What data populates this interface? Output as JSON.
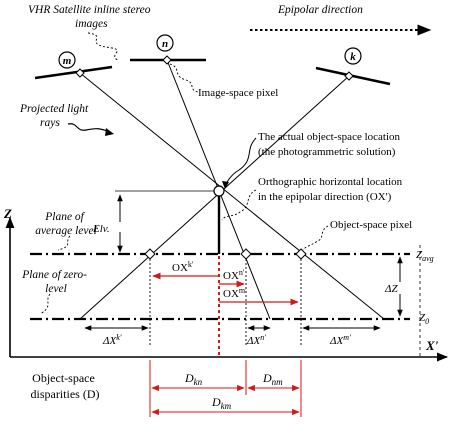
{
  "diagram": {
    "title_satellite": [
      "VHR Satellite inline stereo",
      "images"
    ],
    "epipolar_direction": "Epipolar direction",
    "camera_labels": [
      "m",
      "n",
      "k"
    ],
    "image_space_pixel": "Image-space pixel",
    "projected_light_rays": [
      "Projected light",
      "rays"
    ],
    "actual_location": [
      "The actual object-space location",
      "(the photogrammetric solution)"
    ],
    "orthographic_location": [
      "Orthographic horizontal location",
      "in the epipolar direction (OX')"
    ],
    "object_space_pixel": "Object-space pixel",
    "plane_average": [
      "Plane of",
      "average level"
    ],
    "plane_zero": [
      "Plane of zero-",
      "level"
    ],
    "elev_label": "Elv.",
    "axis_z": "Z",
    "axis_x": "X'",
    "z_avg": {
      "base": "Z",
      "sub": "avg"
    },
    "z_0": {
      "base": "Z",
      "sub": "0"
    },
    "delta_z": "ΔZ",
    "ox_labels": {
      "ox_k": {
        "base": "OX",
        "sup": "k'"
      },
      "ox_n": {
        "base": "OX",
        "sup": "n'"
      },
      "ox_m": {
        "base": "OX",
        "sup": "m'"
      }
    },
    "delta_x_labels": {
      "dx_k": {
        "base": "ΔX",
        "sup": "k'"
      },
      "dx_n": {
        "base": "ΔX",
        "sup": "n'"
      },
      "dx_m": {
        "base": "ΔX",
        "sup": "m'"
      }
    },
    "disparity_label": [
      "Object-space",
      "disparities (D)"
    ],
    "disparities": {
      "d_kn": {
        "base": "D",
        "sub": "kn"
      },
      "d_nm": {
        "base": "D",
        "sub": "nm"
      },
      "d_km": {
        "base": "D",
        "sub": "km"
      }
    },
    "colors": {
      "line": "#000000",
      "red": "#d11a1a"
    }
  }
}
